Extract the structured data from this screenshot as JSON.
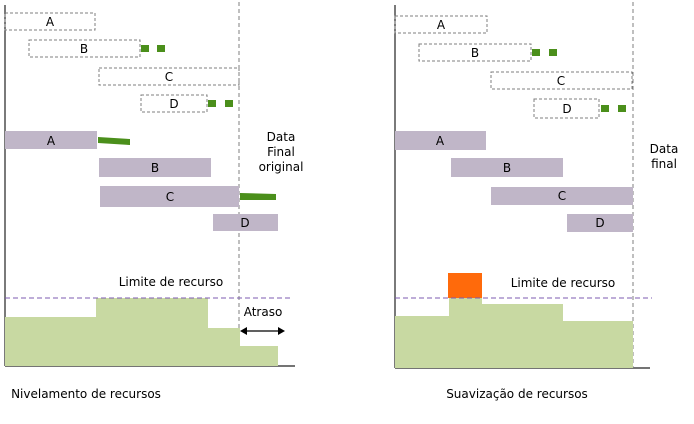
{
  "colors": {
    "bar_fill": "#c0b6c8",
    "bar_fill_name": "grey-lilac",
    "dashed_border": "#7f7f7f",
    "slack_green": "#4b8f1b",
    "resource_area": "#c8d9a2",
    "resource_limit_line": "#7d5bb0",
    "overload_block": "#ff6a0b",
    "axis": "#222222"
  },
  "left_panel": {
    "caption": "Nivelamento de recursos",
    "original_schedule_labels": [
      "A",
      "B",
      "C",
      "D"
    ],
    "leveled_schedule_labels": [
      "A",
      "B",
      "C",
      "D"
    ],
    "deadline_label_lines": [
      "Data",
      "Final",
      "original"
    ],
    "resource_limit_label": "Limite de recurso",
    "delay_label": "Atraso"
  },
  "right_panel": {
    "caption": "Suavização de recursos",
    "original_schedule_labels": [
      "A",
      "B",
      "C",
      "D"
    ],
    "smoothed_schedule_labels": [
      "A",
      "B",
      "C",
      "D"
    ],
    "deadline_label_lines": [
      "Data",
      "final"
    ],
    "resource_limit_label": "Limite de recurso"
  }
}
